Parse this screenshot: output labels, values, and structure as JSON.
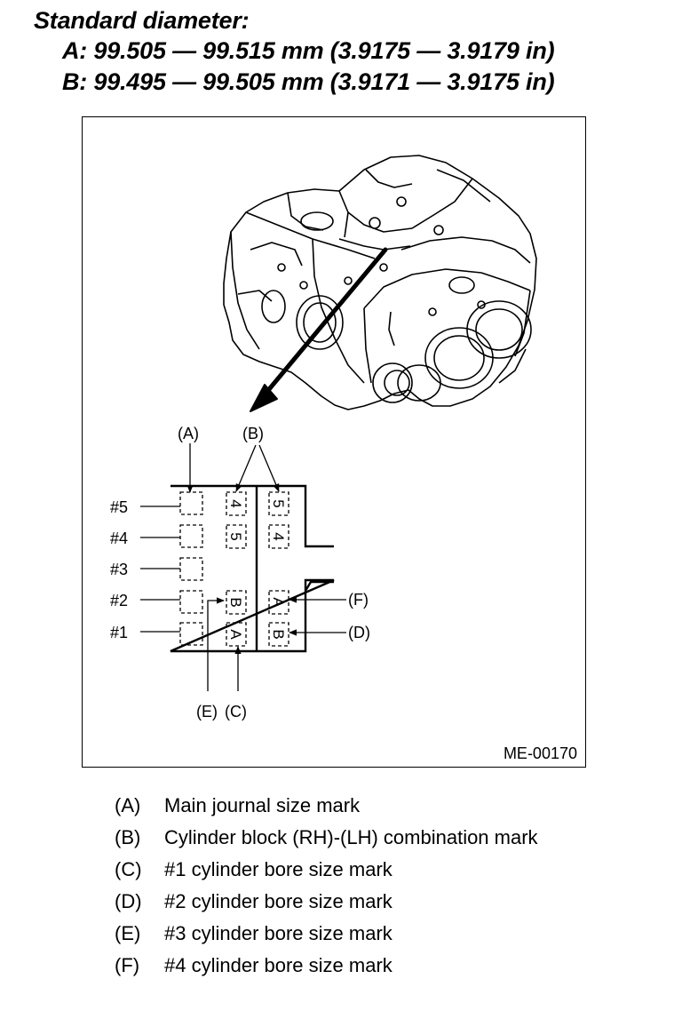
{
  "header": {
    "title": "Standard diameter:",
    "line_a": "A: 99.505 — 99.515 mm (3.9175 — 3.9179 in)",
    "line_b": "B: 99.495 — 99.505 mm (3.9171 — 3.9175 in)"
  },
  "figure": {
    "id": "ME-00170",
    "callouts": {
      "a": "(A)",
      "b": "(B)",
      "c": "(C)",
      "d": "(D)",
      "e": "(E)",
      "f": "(F)"
    },
    "journals": {
      "j5": "#5",
      "j4": "#4",
      "j3": "#3",
      "j2": "#2",
      "j1": "#1"
    },
    "marks": {
      "rh_top": "4",
      "rh_second": "5",
      "lh_top": "5",
      "lh_second": "4",
      "mark_b_rh": "B",
      "mark_a_rh": "A",
      "mark_a_lh": "A",
      "mark_b_lh": "B"
    }
  },
  "legend": [
    {
      "code": "(A)",
      "desc": "Main journal size mark"
    },
    {
      "code": "(B)",
      "desc": "Cylinder block (RH)-(LH) combination mark"
    },
    {
      "code": "(C)",
      "desc": "#1 cylinder bore size mark"
    },
    {
      "code": "(D)",
      "desc": "#2 cylinder bore size mark"
    },
    {
      "code": "(E)",
      "desc": "#3 cylinder bore size mark"
    },
    {
      "code": "(F)",
      "desc": "#4 cylinder bore size mark"
    }
  ]
}
